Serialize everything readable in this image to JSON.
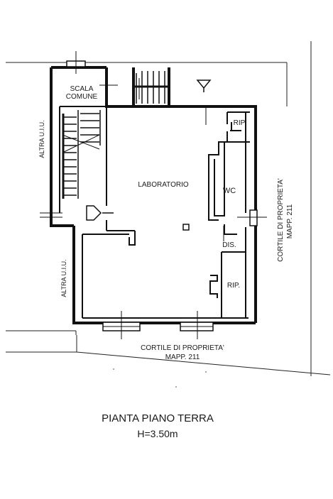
{
  "rooms": {
    "scala_line1": "SCALA",
    "scala_line2": "COMUNE",
    "laboratorio": "LABORATORIO",
    "wc": "WC",
    "rip_top": "RIP",
    "dis": "DIS.",
    "rip_bottom": "RIP."
  },
  "neighbors": {
    "altra_top": "ALTRA U.I.U.",
    "altra_bottom": "ALTRA U.I.U."
  },
  "courtyards": {
    "bottom_line1": "CORTILE DI PROPRIETA'",
    "bottom_line2": "MAPP. 211",
    "right_line1": "CORTILE DI PROPRIETA'",
    "right_line2": "MAPP. 211"
  },
  "caption": {
    "title": "PIANTA PIANO TERRA",
    "height": "H=3.50m"
  },
  "colors": {
    "ink": "#111111",
    "background": "#ffffff"
  }
}
